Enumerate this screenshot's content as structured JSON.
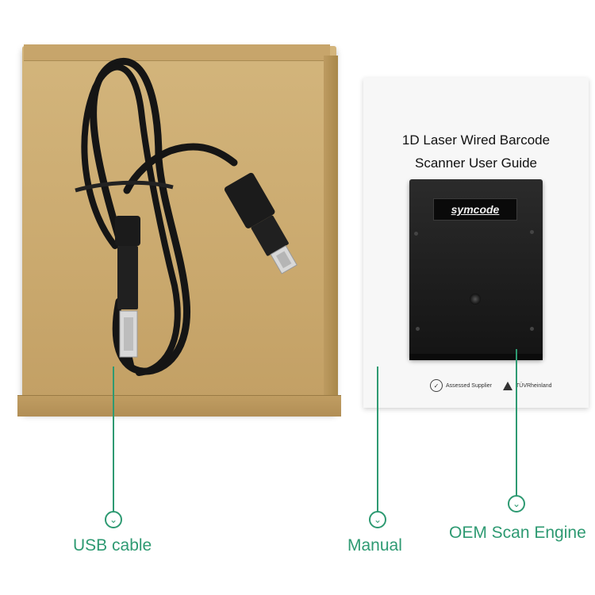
{
  "manual": {
    "title_line1": "1D Laser Wired Barcode",
    "title_line2": "Scanner User Guide",
    "cert_supplier": "Assessed Supplier",
    "cert_tuv": "TÜVRheinland"
  },
  "engine": {
    "brand": "symcode"
  },
  "callouts": [
    {
      "label": "USB cable"
    },
    {
      "label": "Manual"
    },
    {
      "label": "OEM Scan Engine"
    }
  ],
  "icons": {
    "callout_marker": "chevron-down-circle-icon"
  },
  "colors": {
    "accent": "#2e9a72",
    "box": "#caa96e",
    "engine": "#1d1d1d",
    "cable": "#151515"
  }
}
